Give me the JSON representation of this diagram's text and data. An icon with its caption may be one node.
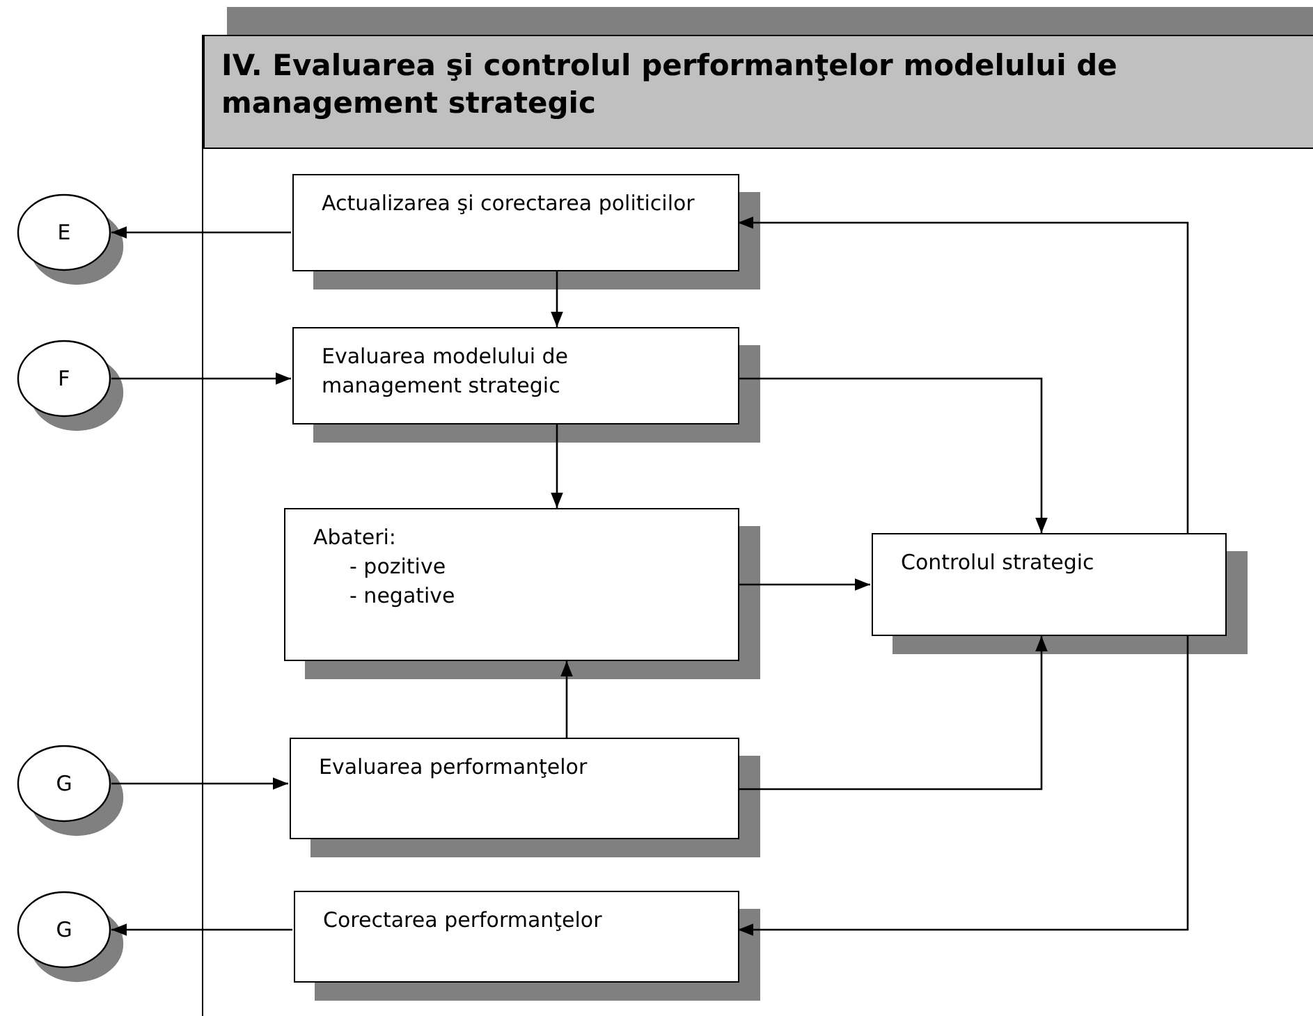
{
  "diagram": {
    "nodes": [
      {
        "text": [
          "IV. Evaluarea şi controlul performanţelor modelului de management strategic"
        ]
      },
      {
        "text": [
          "E"
        ]
      },
      {
        "text": [
          "Actualizarea şi corectarea politicilor"
        ],
        "in": 0
      },
      {
        "text": [
          "F"
        ]
      },
      {
        "text": [
          "Evaluarea modelului de management strategic"
        ],
        "in": 0
      },
      {
        "text": [
          "Abateri:",
          "- pozitive",
          "- negative"
        ],
        "in": 0
      },
      {
        "text": [
          "Controlul strategic"
        ],
        "in": 0
      },
      {
        "text": [
          "G"
        ]
      },
      {
        "text": [
          "Evaluarea performanţelor"
        ],
        "in": 0
      },
      {
        "text": [
          "G"
        ]
      },
      {
        "text": [
          "Corectarea performanţelor"
        ],
        "in": 0
      }
    ],
    "edges": [
      {
        "from": 2,
        "to": 1,
        "arrow": "to"
      },
      {
        "from": 2,
        "to": 4,
        "arrow": "to"
      },
      {
        "from": 3,
        "to": 4,
        "arrow": "to"
      },
      {
        "from": 4,
        "to": 6,
        "arrow": "to"
      },
      {
        "from": 4,
        "to": 5,
        "arrow": "to"
      },
      {
        "from": 5,
        "to": 6,
        "arrow": "to"
      },
      {
        "from": 8,
        "to": 5,
        "arrow": "to"
      },
      {
        "from": 7,
        "to": 8,
        "arrow": "to"
      },
      {
        "from": 8,
        "to": 6,
        "arrow": "to"
      },
      {
        "from": 6,
        "to": 2,
        "arrow": "to"
      },
      {
        "from": 6,
        "to": 10,
        "arrow": "to"
      },
      {
        "from": 10,
        "to": 9,
        "arrow": "to"
      }
    ]
  }
}
